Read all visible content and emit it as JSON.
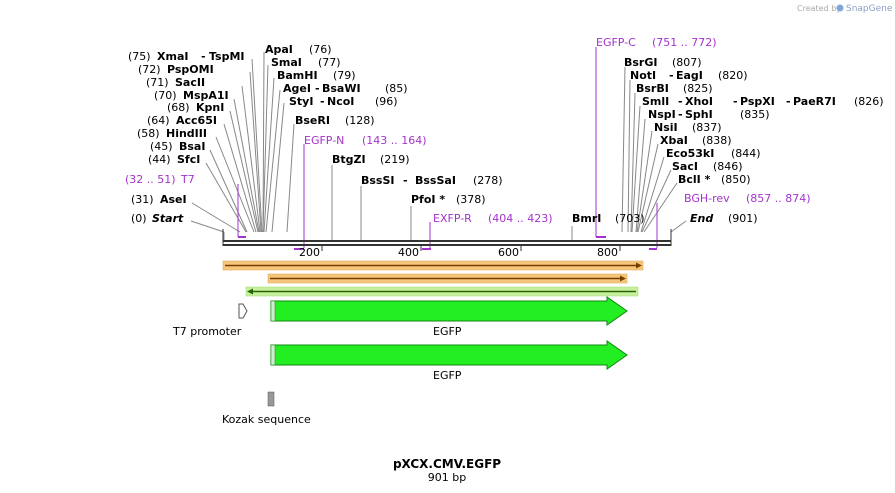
{
  "watermark": {
    "created_by": "Created by",
    "brand": "SnapGene"
  },
  "title": "pXCX.CMV.EGFP",
  "subtitle": "901 bp",
  "total_bp": 901,
  "ticks": [
    "200",
    "400",
    "600",
    "800"
  ],
  "sites": [
    {
      "pos": "(75)",
      "name": "XmaI",
      "extra": "TspMI"
    },
    {
      "pos": "(72)",
      "name": "PspOMI"
    },
    {
      "pos": "(71)",
      "name": "SacII"
    },
    {
      "pos": "(70)",
      "name": "MspA1I"
    },
    {
      "pos": "(68)",
      "name": "KpnI"
    },
    {
      "pos": "(64)",
      "name": "Acc65I"
    },
    {
      "pos": "(58)",
      "name": "HindIII"
    },
    {
      "pos": "(45)",
      "name": "BsaI"
    },
    {
      "pos": "(44)",
      "name": "SfcI"
    },
    {
      "pos": "(31)",
      "name": "AseI"
    },
    {
      "pos": "(0)",
      "name": "Start"
    },
    {
      "name": "ApaI",
      "pos": "(76)"
    },
    {
      "name": "SmaI",
      "pos": "(77)"
    },
    {
      "name": "BamHI",
      "pos": "(79)"
    },
    {
      "name": "AgeI",
      "extra": "BsaWI",
      "pos": "(85)"
    },
    {
      "name": "StyI",
      "extra": "NcoI",
      "pos": "(96)"
    },
    {
      "name": "BseRI",
      "pos": "(128)"
    },
    {
      "name": "BtgZI",
      "pos": "(219)"
    },
    {
      "name": "BssSI",
      "extra": "BssSaI",
      "pos": "(278)"
    },
    {
      "name": "PfoI *",
      "pos": "(378)"
    },
    {
      "name": "BmrI",
      "pos": "(703)"
    },
    {
      "name": "BsrGI",
      "pos": "(807)"
    },
    {
      "name": "NotI",
      "extra": "EagI",
      "pos": "(820)"
    },
    {
      "name": "BsrBI",
      "pos": "(825)"
    },
    {
      "name": "SmlI",
      "extra": "XhoI",
      "extra2": "PspXI",
      "extra3": "PaeR7I",
      "pos": "(826)"
    },
    {
      "name": "NspI",
      "extra": "SphI",
      "pos": "(835)"
    },
    {
      "name": "NsiI",
      "pos": "(837)"
    },
    {
      "name": "XbaI",
      "pos": "(838)"
    },
    {
      "name": "Eco53kI",
      "pos": "(844)"
    },
    {
      "name": "SacI",
      "pos": "(846)"
    },
    {
      "name": "BclI *",
      "pos": "(850)"
    },
    {
      "name": "End",
      "pos": "(901)"
    }
  ],
  "primers": [
    {
      "name": "T7",
      "range": "(32 .. 51)"
    },
    {
      "name": "EGFP-N",
      "range": "(143 .. 164)"
    },
    {
      "name": "EXFP-R",
      "range": "(404 .. 423)"
    },
    {
      "name": "EGFP-C",
      "range": "(751 .. 772)"
    },
    {
      "name": "BGH-rev",
      "range": "(857 .. 874)"
    }
  ],
  "features": {
    "t7_promoter": "T7 promoter",
    "egfp1": "EGFP",
    "egfp2": "EGFP",
    "kozak": "Kozak sequence"
  },
  "colors": {
    "primer": "#a333cc",
    "egfp": "#22ee22",
    "orf_orange": "#f5c77e",
    "orf_green": "#c8f0a0",
    "backbone": "#333333"
  }
}
